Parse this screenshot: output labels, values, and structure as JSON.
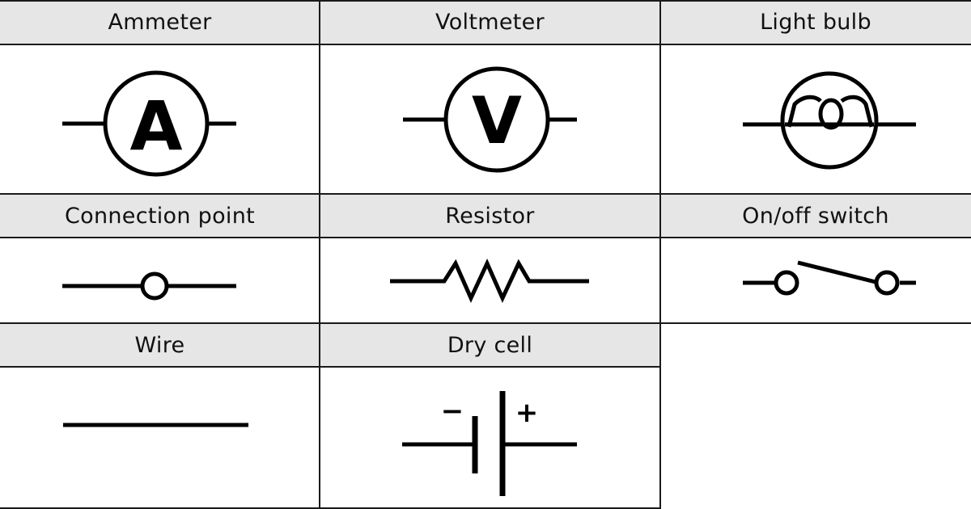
{
  "symbols": {
    "ammeter": {
      "label": "Ammeter",
      "glyph": "A"
    },
    "voltmeter": {
      "label": "Voltmeter",
      "glyph": "V"
    },
    "light_bulb": {
      "label": "Light bulb"
    },
    "connection_point": {
      "label": "Connection point"
    },
    "resistor": {
      "label": "Resistor"
    },
    "switch": {
      "label": "On/off switch"
    },
    "wire": {
      "label": "Wire"
    },
    "dry_cell": {
      "label": "Dry cell",
      "minus": "−",
      "plus": "+"
    }
  },
  "colors": {
    "header_bg": "#e6e6e6",
    "line": "#000000",
    "grid_line": "#1a1a1a"
  }
}
